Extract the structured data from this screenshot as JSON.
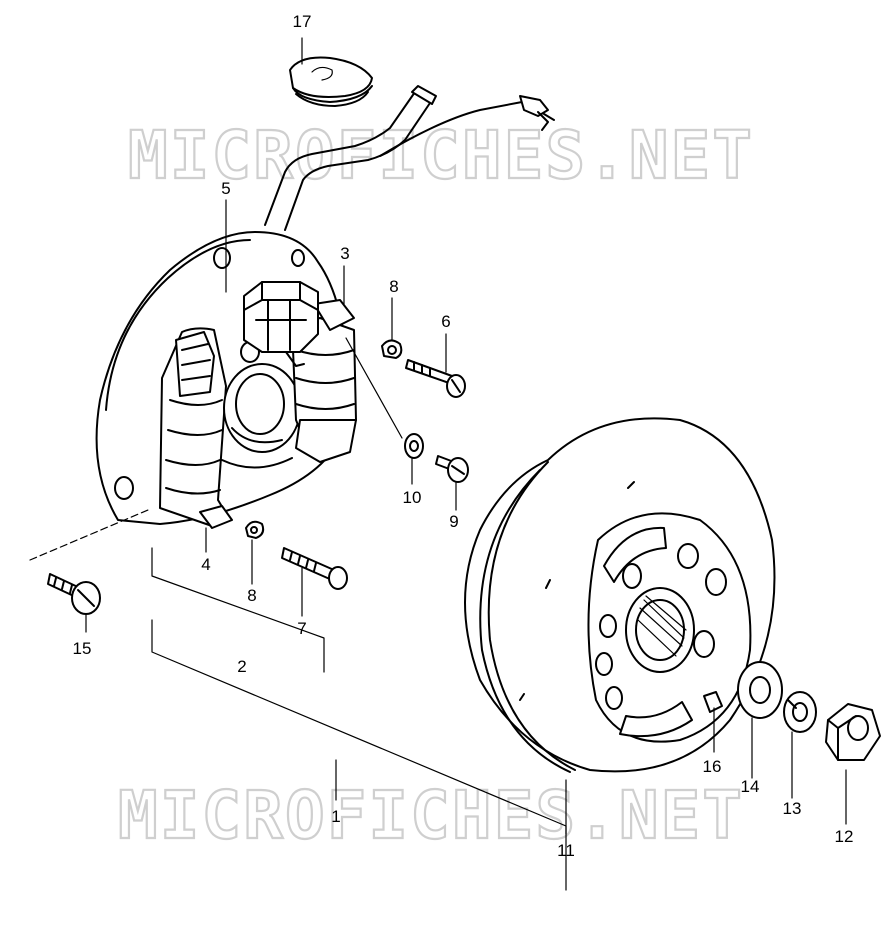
{
  "watermark": {
    "top_text": "MICROFICHES.NET",
    "bottom_text": "MICROFICHES.NET",
    "color": "#cfcfcf"
  },
  "callouts": {
    "c17": "17",
    "c5": "5",
    "c3": "3",
    "c8a": "8",
    "c6": "6",
    "c10": "10",
    "c9": "9",
    "c4": "4",
    "c8b": "8",
    "c7": "7",
    "c15": "15",
    "c2": "2",
    "c1": "1",
    "c11": "11",
    "c16": "16",
    "c14": "14",
    "c13": "13",
    "c12": "12"
  }
}
